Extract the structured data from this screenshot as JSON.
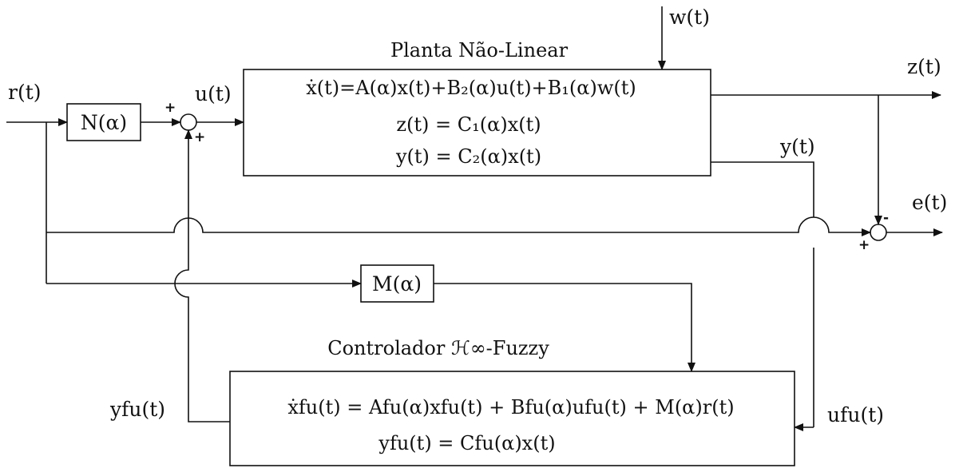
{
  "diagram": {
    "plant": {
      "title": "Planta Não-Linear",
      "eq_state": "ẋ(t)=A(α)x(t)+B₂(α)u(t)+B₁(α)w(t)",
      "eq_z": "z(t) = C₁(α)x(t)",
      "eq_y": "y(t) = C₂(α)x(t)"
    },
    "controller": {
      "title": "Controlador ℋ∞-Fuzzy",
      "eq_state": "ẋfu(t) = Afu(α)xfu(t) + Bfu(α)ufu(t) + M(α)r(t)",
      "eq_output": "yfu(t) = Cfu(α)x(t)"
    },
    "blocks": {
      "n_gain": "N(α)",
      "m_gain": "M(α)"
    },
    "signals": {
      "reference": "r(t)",
      "disturbance": "w(t)",
      "control": "u(t)",
      "performance": "z(t)",
      "measured": "y(t)",
      "error": "e(t)",
      "controller_input": "ufu(t)",
      "controller_output": "yfu(t)"
    },
    "signs": {
      "sum1_top": "+",
      "sum1_bottom": "+",
      "sum2_top": "-",
      "sum2_left": "+"
    }
  }
}
